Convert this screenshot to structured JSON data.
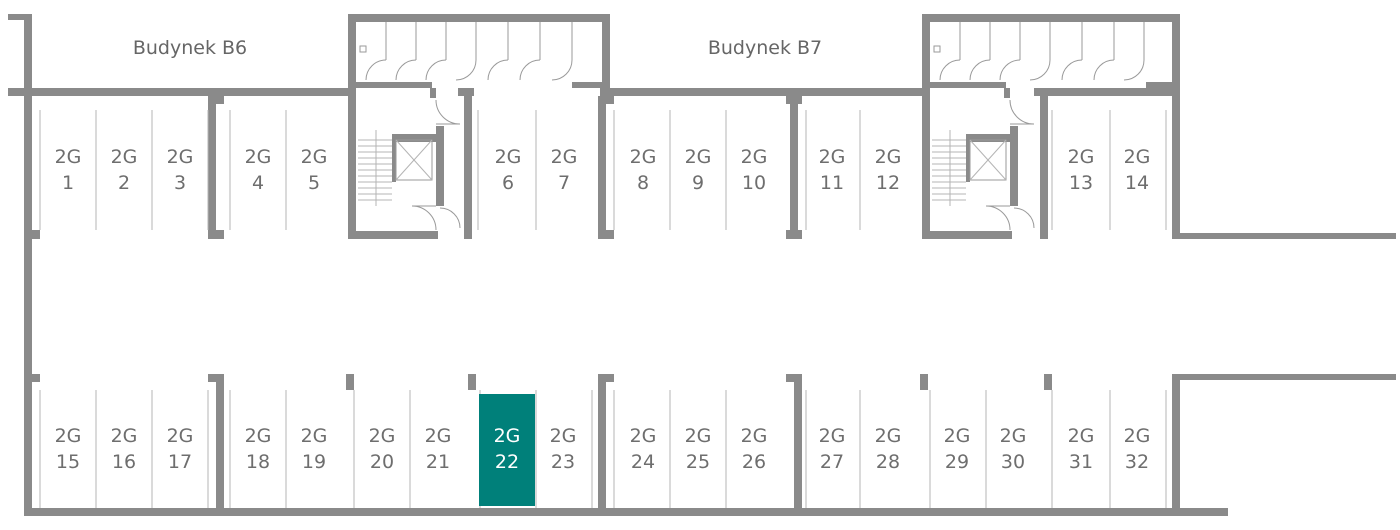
{
  "buildings": [
    {
      "id": "b6",
      "label": "Budynek B6"
    },
    {
      "id": "b7",
      "label": "Budynek B7"
    }
  ],
  "colors": {
    "wall": "#8a8a8a",
    "divider": "#b4b4b4",
    "selected_fill": "#00807a",
    "text": "#6e6e6e"
  },
  "selected_spot": "22",
  "spots": [
    {
      "prefix": "2G",
      "number": "1"
    },
    {
      "prefix": "2G",
      "number": "2"
    },
    {
      "prefix": "2G",
      "number": "3"
    },
    {
      "prefix": "2G",
      "number": "4"
    },
    {
      "prefix": "2G",
      "number": "5"
    },
    {
      "prefix": "2G",
      "number": "6"
    },
    {
      "prefix": "2G",
      "number": "7"
    },
    {
      "prefix": "2G",
      "number": "8"
    },
    {
      "prefix": "2G",
      "number": "9"
    },
    {
      "prefix": "2G",
      "number": "10"
    },
    {
      "prefix": "2G",
      "number": "11"
    },
    {
      "prefix": "2G",
      "number": "12"
    },
    {
      "prefix": "2G",
      "number": "13"
    },
    {
      "prefix": "2G",
      "number": "14"
    },
    {
      "prefix": "2G",
      "number": "15"
    },
    {
      "prefix": "2G",
      "number": "16"
    },
    {
      "prefix": "2G",
      "number": "17"
    },
    {
      "prefix": "2G",
      "number": "18"
    },
    {
      "prefix": "2G",
      "number": "19"
    },
    {
      "prefix": "2G",
      "number": "20"
    },
    {
      "prefix": "2G",
      "number": "21"
    },
    {
      "prefix": "2G",
      "number": "22"
    },
    {
      "prefix": "2G",
      "number": "23"
    },
    {
      "prefix": "2G",
      "number": "24"
    },
    {
      "prefix": "2G",
      "number": "25"
    },
    {
      "prefix": "2G",
      "number": "26"
    },
    {
      "prefix": "2G",
      "number": "27"
    },
    {
      "prefix": "2G",
      "number": "28"
    },
    {
      "prefix": "2G",
      "number": "29"
    },
    {
      "prefix": "2G",
      "number": "30"
    },
    {
      "prefix": "2G",
      "number": "31"
    },
    {
      "prefix": "2G",
      "number": "32"
    }
  ]
}
